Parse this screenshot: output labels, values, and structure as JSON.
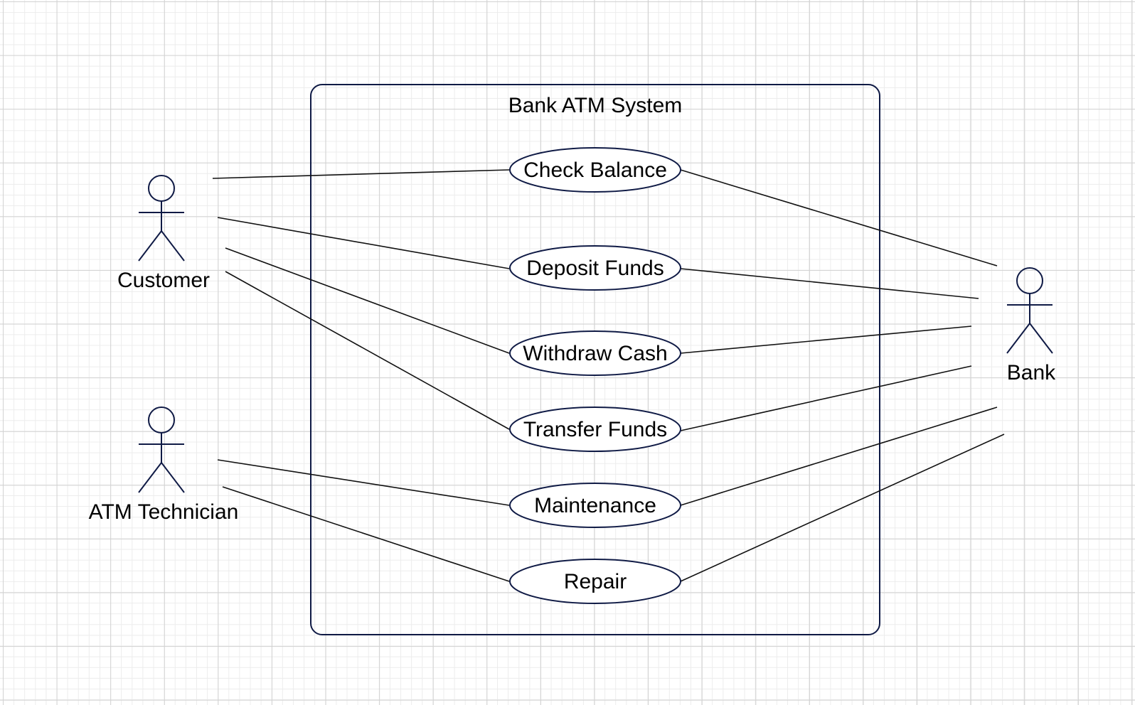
{
  "system": {
    "title": "Bank ATM System"
  },
  "actors": {
    "customer": "Customer",
    "technician": "ATM Technician",
    "bank": "Bank"
  },
  "use_cases": {
    "check_balance": "Check Balance",
    "deposit_funds": "Deposit Funds",
    "withdraw_cash": "Withdraw Cash",
    "transfer_funds": "Transfer Funds",
    "maintenance": "Maintenance",
    "repair": "Repair"
  },
  "colors": {
    "shape_stroke": "#0f1a45",
    "line": "#111111",
    "grid_major": "#d2d2d2",
    "grid_minor": "#ececec"
  }
}
